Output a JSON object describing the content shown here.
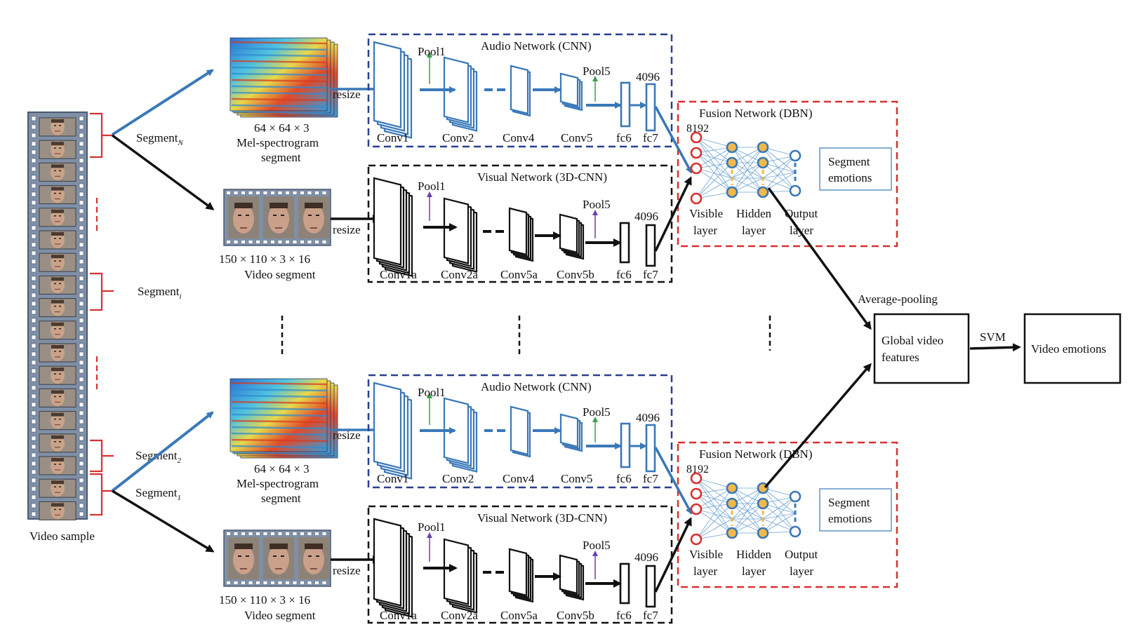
{
  "colors": {
    "audio_blue": "#3a78b8",
    "audio_box": "#2a3f8f",
    "fusion_red": "#d93030",
    "neuron_yellow": "#f2b94a",
    "neuron_blue": "#3a78b8",
    "pool_green": "#3aa14a",
    "pool_purple": "#6a3fb0",
    "film": "#7f8fa6"
  },
  "left": {
    "video_label": "Video sample",
    "segment_n": "Segment",
    "segment_n_sub": "N",
    "segment_i": "Segment",
    "segment_i_sub": "i",
    "segment_2": "Segment",
    "segment_2_sub": "2",
    "segment_1": "Segment",
    "segment_1_sub": "1"
  },
  "inputs": {
    "mel_dims": "64 × 64 × 3",
    "mel_label_1": "Mel-spectrogram",
    "mel_label_2": "segment",
    "video_dims": "150 × 110 × 3 × 16",
    "video_label": "Video segment",
    "resize": "resize"
  },
  "audio_net": {
    "title": "Audio Network (CNN)",
    "layers": [
      "Conv1",
      "Conv2",
      "Conv4",
      "Conv5",
      "fc6",
      "fc7"
    ],
    "pool1": "Pool1",
    "pool5": "Pool5",
    "units": "4096"
  },
  "visual_net": {
    "title": "Visual Network (3D-CNN)",
    "layers": [
      "Conv1a",
      "Conv2a",
      "Conv5a",
      "Conv5b",
      "fc6",
      "fc7"
    ],
    "pool1": "Pool1",
    "pool5": "Pool5",
    "units": "4096"
  },
  "fusion_net": {
    "title": "Fusion Network (DBN)",
    "units": "8192",
    "visible_1": "Visible",
    "visible_2": "layer",
    "hidden_1": "Hidden",
    "hidden_2": "layer",
    "output_1": "Output",
    "output_2": "layer",
    "emotions_1": "Segment",
    "emotions_2": "emotions"
  },
  "right": {
    "avg_pool": "Average-pooling",
    "global_1": "Global video",
    "global_2": "features",
    "svm": "SVM",
    "video_emotions": "Video emotions"
  }
}
